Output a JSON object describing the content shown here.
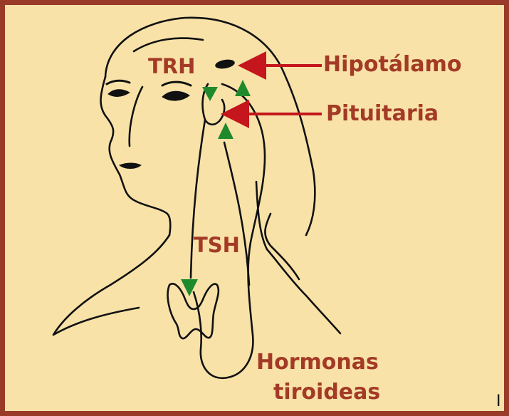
{
  "labels": {
    "trh": "TRH",
    "hipotalamo": "Hipotálamo",
    "pituitaria": "Pituitaria",
    "tsh": "TSH",
    "hormonas_line1": "Hormonas",
    "hormonas_line2": "tiroideas",
    "corner_mark": "I"
  },
  "colors": {
    "background": "#f8e2a8",
    "border": "#9a3a28",
    "label_text": "#a33a26",
    "pointer_arrow": "#c4161c",
    "hormone_arrow": "#1f8a2c",
    "drawing_line": "#111111"
  }
}
